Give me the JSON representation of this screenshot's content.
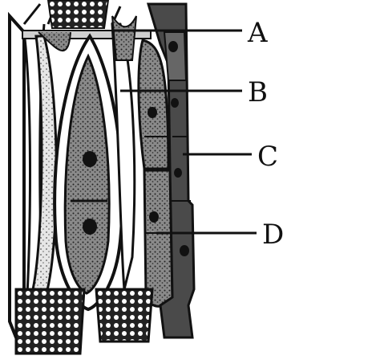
{
  "diagram": {
    "labels": {
      "a": "A",
      "b": "B",
      "c": "C",
      "d": "D"
    },
    "colors": {
      "ink": "#111111",
      "cell_fill": "#7a7a7a",
      "dark_fill": "#3a3a3a",
      "light_fill": "#d8d8d8",
      "paper": "#ffffff"
    }
  }
}
